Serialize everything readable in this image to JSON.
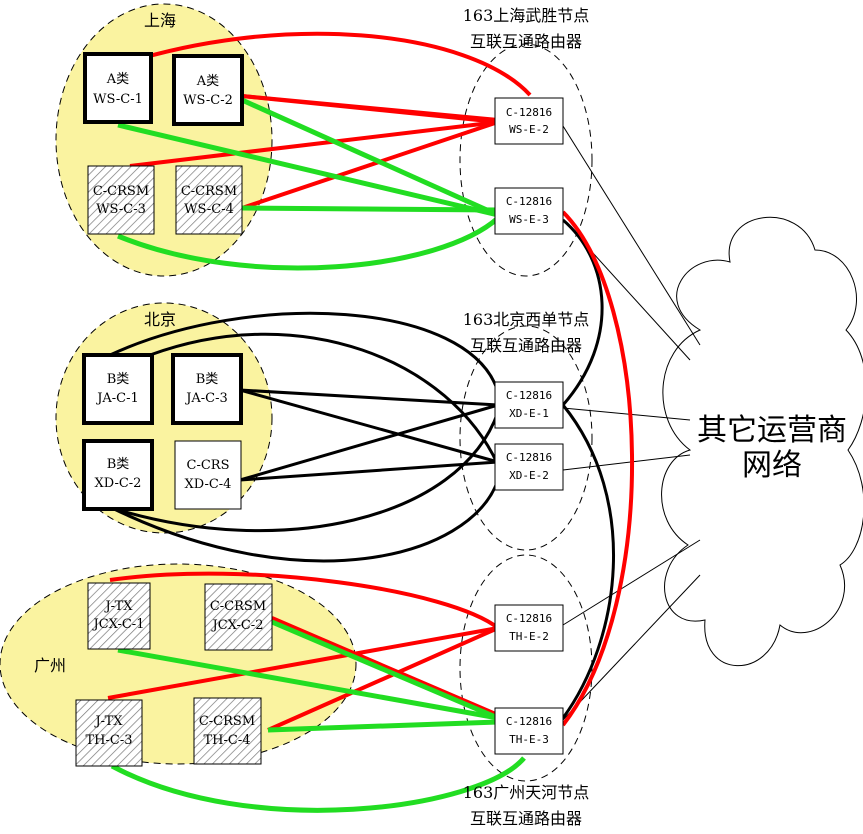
{
  "colors": {
    "region_fill": "#FAF3A0",
    "red_link": "#FF0000",
    "green_link": "#22DD22",
    "black_link": "#000000",
    "hatched_fill": "#d8d8d8"
  },
  "regions": {
    "shanghai": "上海",
    "beijing": "北京",
    "guangzhou": "广州"
  },
  "pops": {
    "shanghai": [
      "163上海武胜节点",
      "互联互通路由器"
    ],
    "beijing": [
      "163北京西单节点",
      "互联互通路由器"
    ],
    "guangzhou": [
      "163广州天河节点",
      "互联互通路由器"
    ]
  },
  "nodes": {
    "ws_c_1": [
      "A类",
      "WS-C-1"
    ],
    "ws_c_2": [
      "A类",
      "WS-C-2"
    ],
    "ws_c_3": [
      "C-CRSM",
      "WS-C-3"
    ],
    "ws_c_4": [
      "C-CRSM",
      "WS-C-4"
    ],
    "ja_c_1": [
      "B类",
      "JA-C-1"
    ],
    "ja_c_3": [
      "B类",
      "JA-C-3"
    ],
    "xd_c_2": [
      "B类",
      "XD-C-2"
    ],
    "xd_c_4": [
      "C-CRS",
      "XD-C-4"
    ],
    "jcx_c_1": [
      "J-TX",
      "JCX-C-1"
    ],
    "jcx_c_2": [
      "C-CRSM",
      "JCX-C-2"
    ],
    "th_c_3": [
      "J-TX",
      "TH-C-3"
    ],
    "th_c_4": [
      "C-CRSM",
      "TH-C-4"
    ]
  },
  "routers": {
    "ws_e_2": [
      "C-12816",
      "WS-E-2"
    ],
    "ws_e_3": [
      "C-12816",
      "WS-E-3"
    ],
    "xd_e_1": [
      "C-12816",
      "XD-E-1"
    ],
    "xd_e_2": [
      "C-12816",
      "XD-E-2"
    ],
    "th_e_2": [
      "C-12816",
      "TH-E-2"
    ],
    "th_e_3": [
      "C-12816",
      "TH-E-3"
    ]
  },
  "cloud": [
    "其它运营商",
    "网络"
  ]
}
